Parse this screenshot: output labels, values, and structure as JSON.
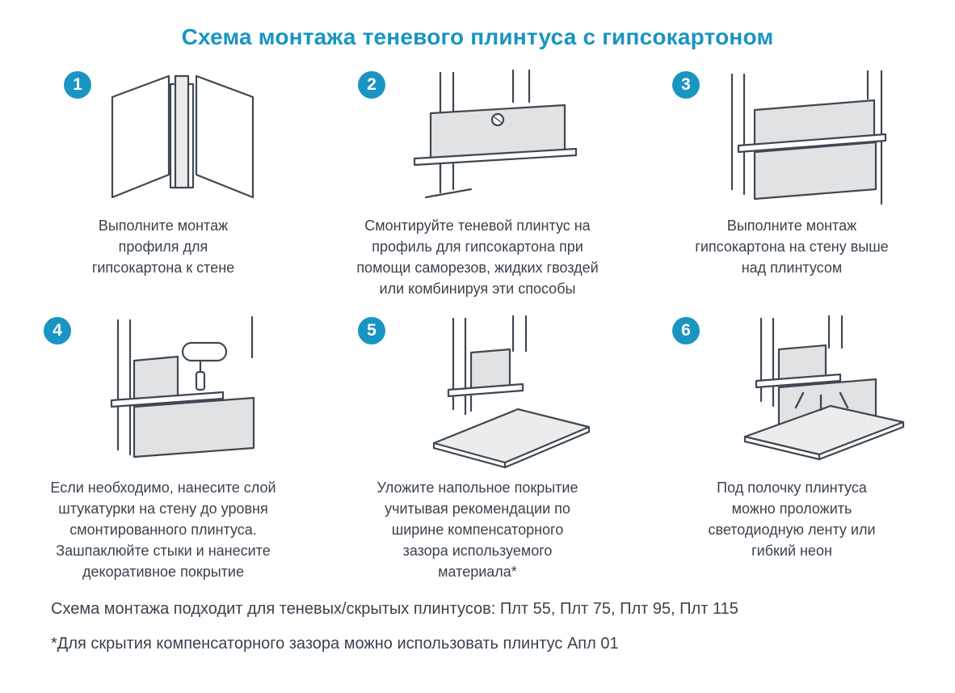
{
  "page": {
    "title": "Схема монтажа теневого плинтуса с гипсокартоном",
    "accent_color": "#1995C2",
    "text_color": "#39434D",
    "line_color": "#3E4852",
    "panel_fill_color": "#E1E2E3"
  },
  "steps": [
    {
      "number": "1",
      "caption": "Выполните монтаж профиля для гипсокартона к стене",
      "illustration": "corner-wall-with-profile"
    },
    {
      "number": "2",
      "caption": "Смонтируйте теневой плинтус на профиль для гипсокартона при помощи саморезов, жидких гвоздей или комбинируя эти способы",
      "illustration": "plinth-fixed-with-screw"
    },
    {
      "number": "3",
      "caption": "Выполните монтаж гипсокартона на стену выше над плинтусом",
      "illustration": "drywall-above-plinth"
    },
    {
      "number": "4",
      "caption": "Если необходимо, нанесите слой штукатурки на стену до уровня смонтированного плинтуса. Зашпаклюйте стыки и нанесите декоративное покрытие",
      "illustration": "plaster-with-paint-roller"
    },
    {
      "number": "5",
      "caption": "Уложите напольное покрытие учитывая рекомендации по ширине компенсаторного зазора используемого материала*",
      "illustration": "floor-covering"
    },
    {
      "number": "6",
      "caption": "Под полочку плинтуса можно проложить светодиодную ленту или гибкий неон",
      "illustration": "led-strip-under-plinth"
    }
  ],
  "footnotes": [
    "Схема монтажа подходит для теневых/скрытых плинтусов: Плт 55, Плт 75, Плт 95, Плт 115",
    "*Для скрытия компенсаторного зазора можно использовать плинтус Апл 01"
  ]
}
